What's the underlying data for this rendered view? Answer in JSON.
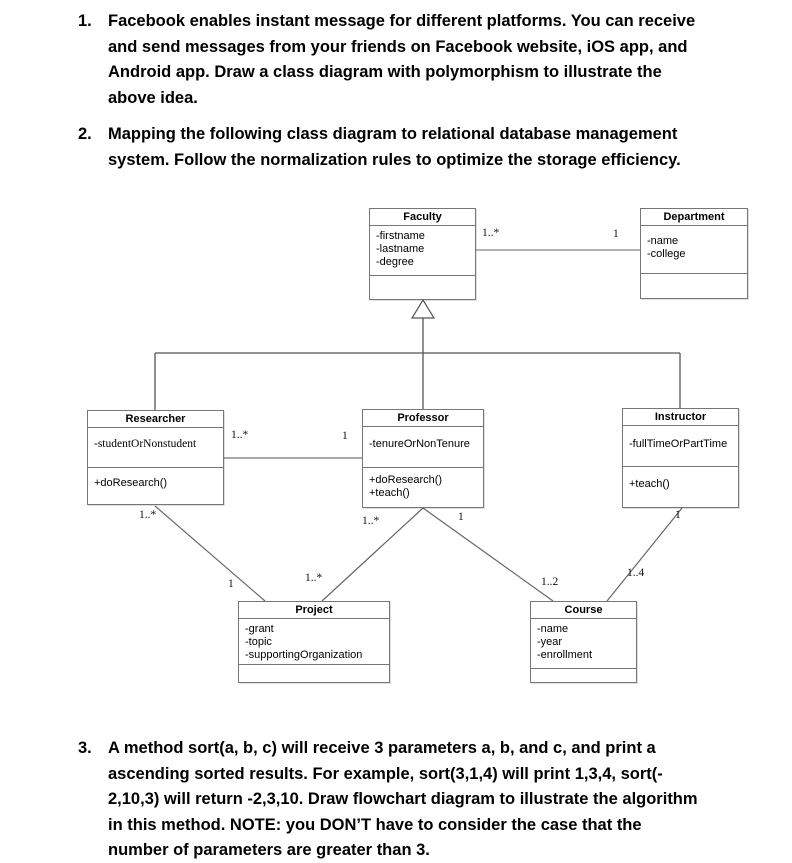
{
  "questions": [
    {
      "number": "1.",
      "lines": [
        "Facebook enables instant message for different platforms. You can receive",
        "and send messages from your friends on Facebook website, iOS app, and",
        "Android app. Draw a class diagram with polymorphism to illustrate the",
        "above idea."
      ]
    },
    {
      "number": "2.",
      "lines": [
        "Mapping the following class diagram to relational database management",
        "system. Follow the normalization rules to optimize the storage efficiency."
      ]
    },
    {
      "number": "3.",
      "lines": [
        "A method sort(a, b, c) will receive 3 parameters a, b, and c, and print a",
        "ascending sorted results. For example, sort(3,1,4) will print 1,3,4, sort(-",
        "2,10,3) will return -2,3,10. Draw flowchart diagram to illustrate the algorithm",
        "in this method. NOTE: you DON’T have to consider the case that the",
        "number of parameters are greater than 3."
      ]
    }
  ],
  "diagram": {
    "classes": {
      "faculty": {
        "name": "Faculty",
        "attributes": [
          "-firstname",
          "-lastname",
          "-degree"
        ],
        "methods": []
      },
      "department": {
        "name": "Department",
        "attributes": [
          "-name",
          "-college"
        ],
        "methods": []
      },
      "researcher": {
        "name": "Researcher",
        "attributes": [
          "-studentOrNonstudent"
        ],
        "methods": [
          "+doResearch()"
        ]
      },
      "professor": {
        "name": "Professor",
        "attributes": [
          "-tenureOrNonTenure"
        ],
        "methods": [
          "+doResearch()",
          "+teach()"
        ]
      },
      "instructor": {
        "name": "Instructor",
        "attributes": [
          "-fullTimeOrPartTime"
        ],
        "methods": [
          "+teach()"
        ]
      },
      "project": {
        "name": "Project",
        "attributes": [
          "-grant",
          "-topic",
          "-supportingOrganization"
        ],
        "methods": []
      },
      "course": {
        "name": "Course",
        "attributes": [
          "-name",
          "-year",
          "-enrollment"
        ],
        "methods": []
      }
    },
    "relations": [
      {
        "name": "faculty-department",
        "type": "association"
      },
      {
        "name": "faculty-generalization",
        "type": "generalization",
        "subclasses": [
          "Researcher",
          "Professor",
          "Instructor"
        ]
      },
      {
        "name": "researcher-professor",
        "type": "association"
      },
      {
        "name": "researcher-project",
        "type": "association"
      },
      {
        "name": "professor-project",
        "type": "association"
      },
      {
        "name": "professor-course",
        "type": "association"
      },
      {
        "name": "instructor-course",
        "type": "association"
      }
    ],
    "multiplicities": [
      {
        "assoc": "faculty-department",
        "end": "faculty",
        "label": "1..*"
      },
      {
        "assoc": "faculty-department",
        "end": "department",
        "label": "1"
      },
      {
        "assoc": "researcher-professor",
        "end": "researcher",
        "label": "1..*"
      },
      {
        "assoc": "researcher-professor",
        "end": "professor",
        "label": "1"
      },
      {
        "assoc": "researcher-project",
        "end": "researcher",
        "label": "1..*"
      },
      {
        "assoc": "researcher-project",
        "end": "project",
        "label": "1"
      },
      {
        "assoc": "professor-project",
        "end": "professor",
        "label": "1..*"
      },
      {
        "assoc": "professor-project",
        "end": "project",
        "label": "1..*"
      },
      {
        "assoc": "professor-course",
        "end": "professor",
        "label": "1"
      },
      {
        "assoc": "professor-course",
        "end": "course",
        "label": "1..2"
      },
      {
        "assoc": "instructor-course",
        "end": "course",
        "label": "1..4"
      },
      {
        "assoc": "instructor-course",
        "end": "instructor",
        "label": "1"
      }
    ],
    "colors": {
      "box_border": "#767676",
      "line": "#666666",
      "text": "#000000",
      "background": "#ffffff"
    }
  }
}
